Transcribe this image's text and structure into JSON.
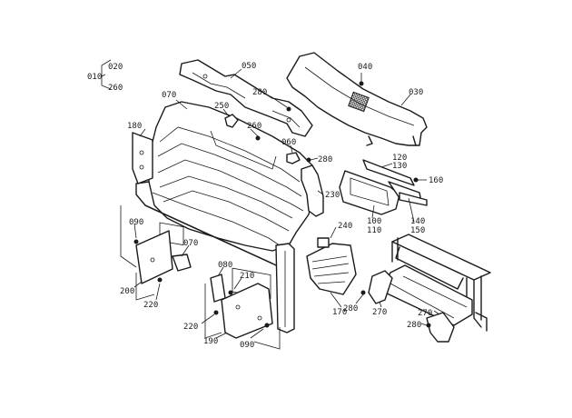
{
  "diagram": {
    "callouts": [
      {
        "id": "c010",
        "text": "010"
      },
      {
        "id": "c020",
        "text": "020"
      },
      {
        "id": "c260a",
        "text": "260"
      },
      {
        "id": "c050",
        "text": "050"
      },
      {
        "id": "c040",
        "text": "040"
      },
      {
        "id": "c030",
        "text": "030"
      },
      {
        "id": "c070a",
        "text": "070"
      },
      {
        "id": "c250",
        "text": "250"
      },
      {
        "id": "c280a",
        "text": "280"
      },
      {
        "id": "c260b",
        "text": "260"
      },
      {
        "id": "c180",
        "text": "180"
      },
      {
        "id": "c060",
        "text": "060"
      },
      {
        "id": "c280b",
        "text": "280"
      },
      {
        "id": "c120",
        "text": "120"
      },
      {
        "id": "c130",
        "text": "130"
      },
      {
        "id": "c160",
        "text": "160"
      },
      {
        "id": "c230",
        "text": "230"
      },
      {
        "id": "c100",
        "text": "100"
      },
      {
        "id": "c110",
        "text": "110"
      },
      {
        "id": "c140",
        "text": "140"
      },
      {
        "id": "c150",
        "text": "150"
      },
      {
        "id": "c090a",
        "text": "090"
      },
      {
        "id": "c240",
        "text": "240"
      },
      {
        "id": "c070b",
        "text": "070"
      },
      {
        "id": "c080",
        "text": "080"
      },
      {
        "id": "c210",
        "text": "210"
      },
      {
        "id": "c200",
        "text": "200"
      },
      {
        "id": "c220a",
        "text": "220"
      },
      {
        "id": "c170",
        "text": "170"
      },
      {
        "id": "c280c",
        "text": "280"
      },
      {
        "id": "c270a",
        "text": "270"
      },
      {
        "id": "c270b",
        "text": "270"
      },
      {
        "id": "c280d",
        "text": "280"
      },
      {
        "id": "c220b",
        "text": "220"
      },
      {
        "id": "c190",
        "text": "190"
      },
      {
        "id": "c090b",
        "text": "090"
      }
    ]
  }
}
